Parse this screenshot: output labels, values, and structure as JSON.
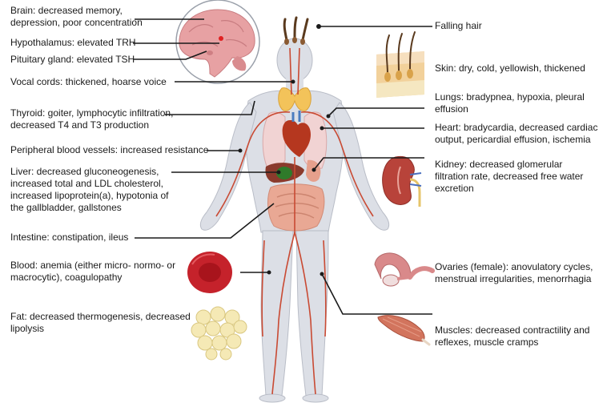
{
  "left_labels": [
    {
      "id": "brain",
      "lines": [
        "Brain: decreased memory,",
        "depression, poor concentration"
      ]
    },
    {
      "id": "hypothalamus",
      "lines": [
        "Hypothalamus: elevated TRH"
      ]
    },
    {
      "id": "pituitary",
      "lines": [
        "Pituitary gland: elevated TSH"
      ]
    },
    {
      "id": "vocal-cords",
      "lines": [
        "Vocal cords: thickened, hoarse voice"
      ]
    },
    {
      "id": "thyroid",
      "lines": [
        "Thyroid: goiter, lymphocytic infiltration,",
        "decreased T4 and T3 production"
      ]
    },
    {
      "id": "peripheral-vessels",
      "lines": [
        "Peripheral blood vessels: increased resistance"
      ]
    },
    {
      "id": "liver",
      "lines": [
        "Liver: decreased gluconeogenesis,",
        "increased total and LDL cholesterol,",
        "increased lipoprotein(a), hypotonia of",
        "the gallbladder, gallstones"
      ]
    },
    {
      "id": "intestine",
      "lines": [
        "Intestine: constipation, ileus"
      ]
    },
    {
      "id": "blood",
      "lines": [
        "Blood: anemia (either micro- normo- or",
        "macrocytic), coagulopathy"
      ]
    },
    {
      "id": "fat",
      "lines": [
        "Fat: decreased thermogenesis, decreased",
        "lipolysis"
      ]
    }
  ],
  "right_labels": [
    {
      "id": "hair",
      "lines": [
        "Falling hair"
      ]
    },
    {
      "id": "skin",
      "lines": [
        "Skin: dry, cold, yellowish, thickened"
      ]
    },
    {
      "id": "lungs",
      "lines": [
        "Lungs: bradypnea, hypoxia, pleural",
        "effusion"
      ]
    },
    {
      "id": "heart",
      "lines": [
        "Heart: bradycardia, decreased cardiac",
        "output, pericardial effusion, ischemia"
      ]
    },
    {
      "id": "kidney",
      "lines": [
        "Kidney: decreased glomerular",
        "filtration rate, decreased free water",
        "excretion"
      ]
    },
    {
      "id": "ovaries",
      "lines": [
        "Ovaries (female): anovulatory cycles,",
        "menstrual irregularities, menorrhagia"
      ]
    },
    {
      "id": "muscles",
      "lines": [
        "Muscles: decreased contractility and",
        "reflexes, muscle cramps"
      ]
    }
  ],
  "colors": {
    "leader_line": "#1a1a1a",
    "body": "#dcdfe6",
    "artery": "#c94a33",
    "thyroid": "#f3c35a",
    "liver": "#8a3a2c",
    "heart": "#b5371f",
    "gallbladder": "#2f7a2a",
    "brain": "#e7a1a3",
    "red_cell": "#c5222b",
    "fat_cell": "#f5e9b5",
    "muscle": "#d2745d"
  },
  "icons": [
    "brain-inset-icon",
    "hair-follicle-icon",
    "skin-section-icon",
    "kidney-icon",
    "red-blood-cell-icon",
    "fat-cells-icon",
    "ovary-icon",
    "muscle-icon",
    "human-body-figure"
  ]
}
